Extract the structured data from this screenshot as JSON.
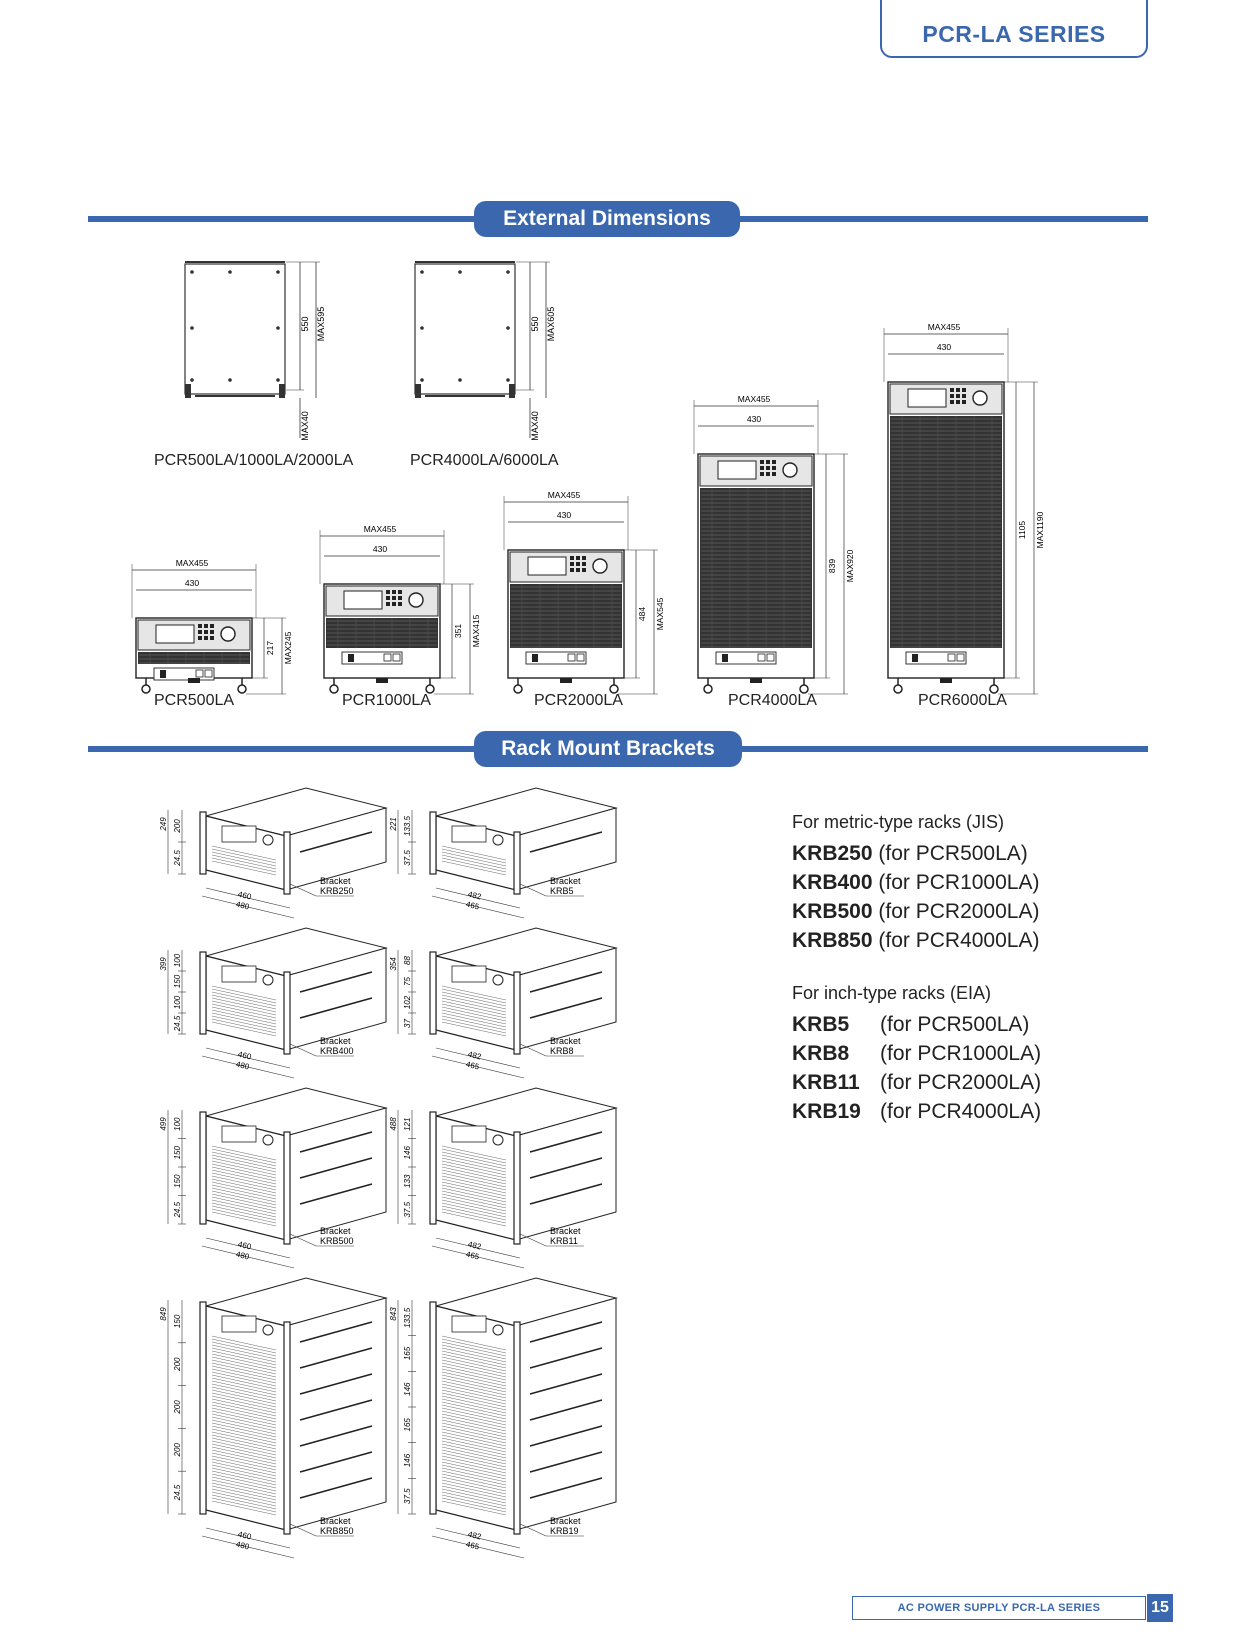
{
  "header": {
    "series": "PCR-LA SERIES"
  },
  "sections": {
    "external": "External Dimensions",
    "rack": "Rack Mount Brackets"
  },
  "top_views": [
    {
      "caption": "PCR500LA/1000LA/2000LA",
      "dims": [
        "550",
        "MAX595",
        "MAX40"
      ]
    },
    {
      "caption": "PCR4000LA/6000LA",
      "dims": [
        "550",
        "MAX605",
        "MAX40"
      ]
    }
  ],
  "front_views": [
    {
      "caption": "PCR500LA",
      "max_w": "MAX455",
      "w": "430",
      "h": "217",
      "max_h": "MAX245"
    },
    {
      "caption": "PCR1000LA",
      "max_w": "MAX455",
      "w": "430",
      "h": "351",
      "max_h": "MAX415"
    },
    {
      "caption": "PCR2000LA",
      "max_w": "MAX455",
      "w": "430",
      "h": "484",
      "max_h": "MAX545"
    },
    {
      "caption": "PCR4000LA",
      "max_w": "MAX455",
      "w": "430",
      "h": "839",
      "max_h": "MAX920"
    },
    {
      "caption": "PCR6000LA",
      "max_w": "MAX455",
      "w": "430",
      "h": "1105",
      "max_h": "MAX1190"
    }
  ],
  "brackets": [
    {
      "label": "Bracket",
      "model": "KRB250",
      "dims": [
        "249",
        "200",
        "24.5"
      ],
      "w1": "460",
      "w2": "480"
    },
    {
      "label": "Bracket",
      "model": "KRB5",
      "dims": [
        "221",
        "133.5",
        "37.5"
      ],
      "w1": "482",
      "w2": "465"
    },
    {
      "label": "Bracket",
      "model": "KRB400",
      "dims": [
        "399",
        "100",
        "150",
        "100",
        "24.5"
      ],
      "w1": "460",
      "w2": "480"
    },
    {
      "label": "Bracket",
      "model": "KRB8",
      "dims": [
        "354",
        "88",
        "75",
        "102",
        "37"
      ],
      "w1": "482",
      "w2": "465"
    },
    {
      "label": "Bracket",
      "model": "KRB500",
      "dims": [
        "499",
        "100",
        "150",
        "150",
        "24.5"
      ],
      "w1": "460",
      "w2": "480"
    },
    {
      "label": "Bracket",
      "model": "KRB11",
      "dims": [
        "488",
        "121",
        "146",
        "133",
        "37.5"
      ],
      "w1": "482",
      "w2": "465"
    },
    {
      "label": "Bracket",
      "model": "KRB850",
      "dims": [
        "849",
        "150",
        "200",
        "200",
        "200",
        "24.5"
      ],
      "w1": "460",
      "w2": "480"
    },
    {
      "label": "Bracket",
      "model": "KRB19",
      "dims": [
        "843",
        "133.5",
        "165",
        "146",
        "165",
        "146",
        "37.5"
      ],
      "w1": "482",
      "w2": "465"
    }
  ],
  "rack_info": {
    "metric_title": "For metric-type racks (JIS)",
    "metric": [
      {
        "model": "KRB250",
        "for": "(for PCR500LA)"
      },
      {
        "model": "KRB400",
        "for": "(for PCR1000LA)"
      },
      {
        "model": "KRB500",
        "for": "(for PCR2000LA)"
      },
      {
        "model": "KRB850",
        "for": "(for PCR4000LA)"
      }
    ],
    "inch_title": "For inch-type racks (EIA)",
    "inch": [
      {
        "model": "KRB5",
        "for": "(for PCR500LA)"
      },
      {
        "model": "KRB8",
        "for": "(for PCR1000LA)"
      },
      {
        "model": "KRB11",
        "for": "(for PCR2000LA)"
      },
      {
        "model": "KRB19",
        "for": "(for PCR4000LA)"
      }
    ]
  },
  "footer": {
    "title": "AC POWER SUPPLY PCR-LA SERIES",
    "page": "15"
  }
}
